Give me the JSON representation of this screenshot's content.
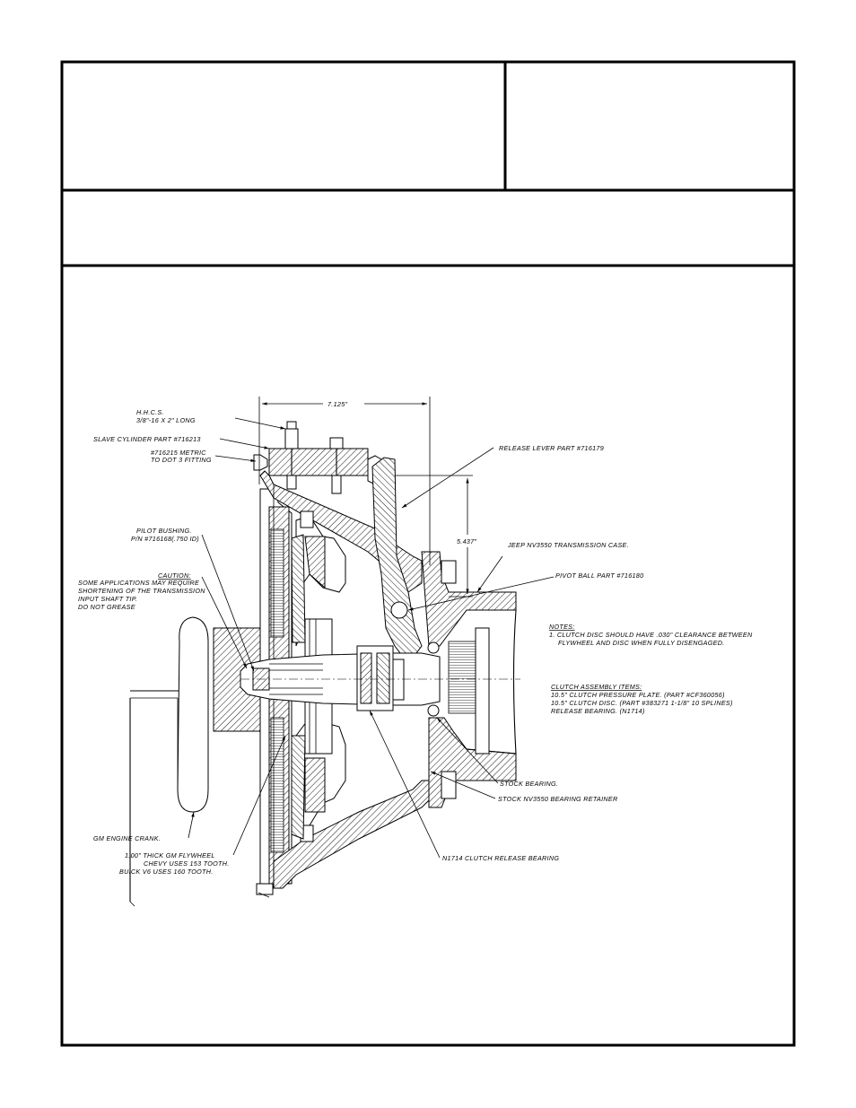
{
  "header": {
    "left_cell_text": "",
    "right_cell_text": "",
    "title_row_text": ""
  },
  "drawing": {
    "dimension_width": "7.125\"",
    "dimension_height": "5.437\"",
    "labels": {
      "hhcs_1": "H.H.C.S.",
      "hhcs_2": "3/8\"-16 X 2\" LONG",
      "slave_cylinder": "SLAVE CYLINDER PART #716213",
      "fitting_1": "#716215 METRIC",
      "fitting_2": "TO DOT 3 FITTING",
      "release_lever": "RELEASE LEVER PART #716179",
      "pilot_1": "PILOT BUSHING.",
      "pilot_2": "P/N #716168(.750 ID)",
      "caution_title": "CAUTION:",
      "caution_1": "SOME APPLICATIONS MAY REQUIRE",
      "caution_2": "SHORTENING OF THE TRANSMISSION",
      "caution_3": "INPUT SHAFT TIP.",
      "caution_4": "DO NOT GREASE",
      "jeep_case": "JEEP NV3550 TRANSMISSION CASE.",
      "pivot_ball": "PIVOT BALL PART #716180",
      "notes_title": "NOTES:",
      "notes_1": "1. CLUTCH DISC SHOULD HAVE .030\" CLEARANCE BETWEEN",
      "notes_2": "FLYWHEEL AND DISC WHEN FULLY DISENGAGED.",
      "items_title": "CLUTCH ASSEMBLY ITEMS:",
      "items_1": "10.5\" CLUTCH PRESSURE PLATE. (PART #CF360056)",
      "items_2": "10.5\" CLUTCH DISC. (PART #383271  1-1/8\" 10 SPLINES)",
      "items_3": "RELEASE BEARING. (N1714)",
      "stock_bearing": "STOCK BEARING.",
      "stock_retainer": "STOCK NV3550 BEARING RETAINER",
      "gm_crank": "GM ENGINE CRANK.",
      "flywheel_1": "1.00\" THICK GM FLYWHEEL",
      "flywheel_2": "CHEVY USES 153 TOOTH.",
      "flywheel_3": "BUICK V6 USES 160 TOOTH.",
      "release_bearing": "N1714 CLUTCH RELEASE BEARING"
    }
  }
}
